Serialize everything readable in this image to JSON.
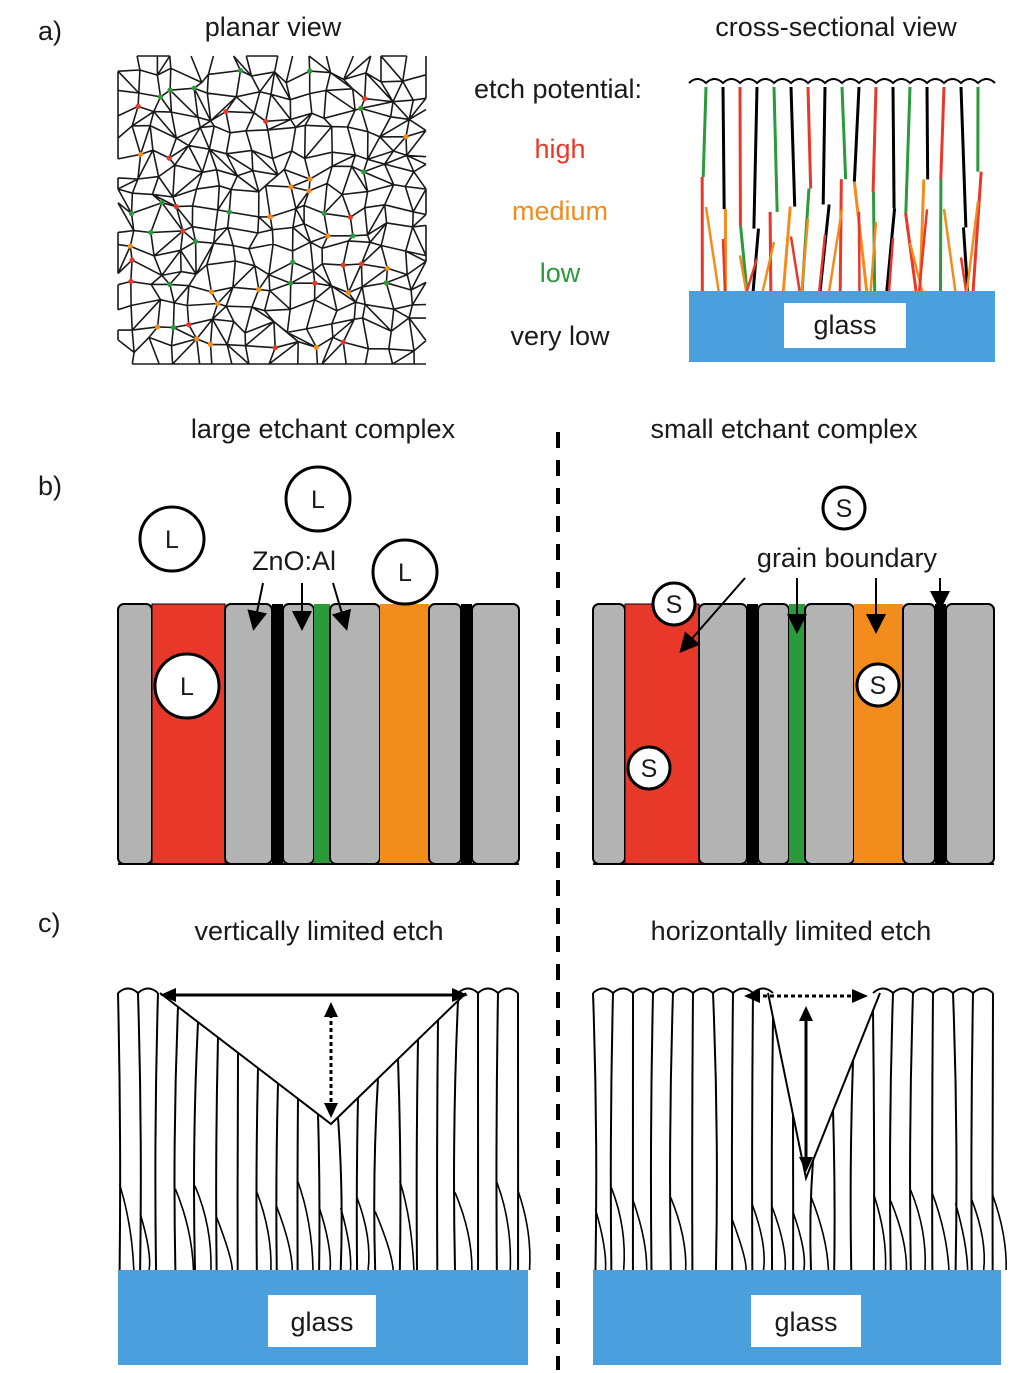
{
  "panel_a": {
    "label": "a)",
    "planar_title": "planar view",
    "cross_title": "cross-sectional view",
    "legend": {
      "title": "etch potential:",
      "items": [
        {
          "text": "high",
          "color": "#e8382a"
        },
        {
          "text": "medium",
          "color": "#f28c1c"
        },
        {
          "text": "low",
          "color": "#2a9a3a"
        },
        {
          "text": "very low",
          "color": "#1a1a1a"
        }
      ]
    },
    "glass_label": "glass"
  },
  "panel_b": {
    "label": "b)",
    "left_title": "large etchant complex",
    "right_title": "small etchant complex",
    "material_label": "ZnO:Al",
    "boundary_label": "grain boundary",
    "large_symbol": "L",
    "small_symbol": "S"
  },
  "panel_c": {
    "label": "c)",
    "left_title": "vertically limited etch",
    "right_title": "horizontally limited etch",
    "glass_label": "glass"
  },
  "colors": {
    "glass": "#4a9fdc",
    "grain": "#b3b3b3",
    "high": "#e8382a",
    "medium": "#f28c1c",
    "low": "#2a9a3a",
    "very_low": "#000000"
  }
}
